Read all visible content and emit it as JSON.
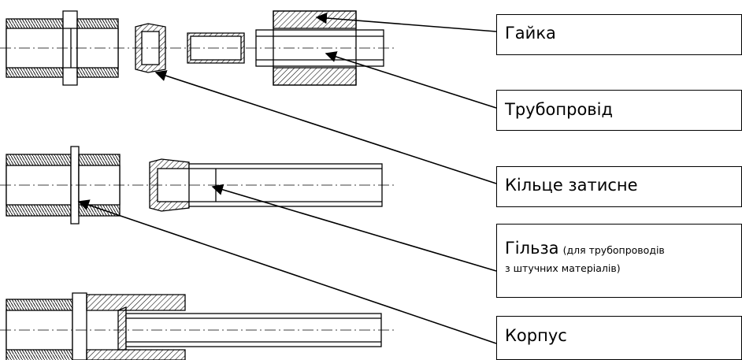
{
  "labels": {
    "gaika": "Гайка",
    "truboprovid": "Трубопровід",
    "kilce": "Кільце затисне",
    "gilza": "Гільза",
    "gilza_note_line1": "(для трубопроводів",
    "gilza_note_line2": "з штучних матеріалів)",
    "korpus": "Корпус"
  },
  "colors": {
    "stroke": "#000000",
    "background": "#ffffff"
  }
}
